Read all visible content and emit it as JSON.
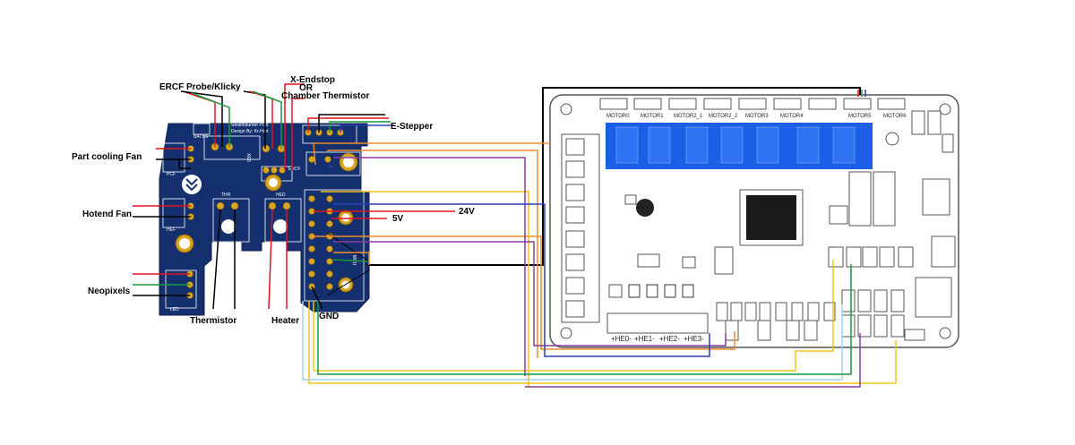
{
  "labels": {
    "ercf": "ERCF",
    "probe": "Probe/Klicky",
    "x_endstop_line1": "X-Endstop",
    "x_endstop_line2": "OR",
    "x_endstop_line3": "Chamber Thermistor",
    "e_stepper": "E-Stepper",
    "part_cooling_fan": "Part cooling Fan",
    "hotend_fan": "Hotend Fan",
    "neopixels": "Neopixels",
    "thermistor": "Thermistor",
    "heater": "Heater",
    "gnd": "GND",
    "v24": "24V",
    "v5": "5V"
  },
  "pcb": {
    "title_line1": "Stealthburner PCB",
    "title_line2": "Design By: Kr-Hart",
    "batbs": "BATBS",
    "pcf": "PCF",
    "hef": "HEF",
    "led": "LED",
    "thr": "THR",
    "hed": "HED",
    "mcu": "MCU",
    "xes": "XES",
    "ercf_conn": "ERCF"
  },
  "board": {
    "motor_labels": [
      "MOTOR0",
      "MOTOR1",
      "MOTOR2_1",
      "MOTOR2_2",
      "MOTOR3",
      "MOTOR4",
      "MOTOR5",
      "MOTOR6"
    ],
    "heater_labels": [
      "+HE0-",
      "+HE1-",
      "+HE2-",
      "+HE3-"
    ]
  },
  "colors": {
    "pcb": "#15306f",
    "driver_blue": "#1a5fe6",
    "wire_black": "#000000",
    "wire_red": "#e0141e",
    "wire_green": "#1a9a3a",
    "wire_orange": "#f08a2c",
    "wire_purple": "#8b3a9e",
    "wire_yellow": "#f2c417",
    "wire_blue": "#2a3fb8",
    "wire_lightblue": "#9fd3ee",
    "wire_brown": "#8a5a2b"
  }
}
